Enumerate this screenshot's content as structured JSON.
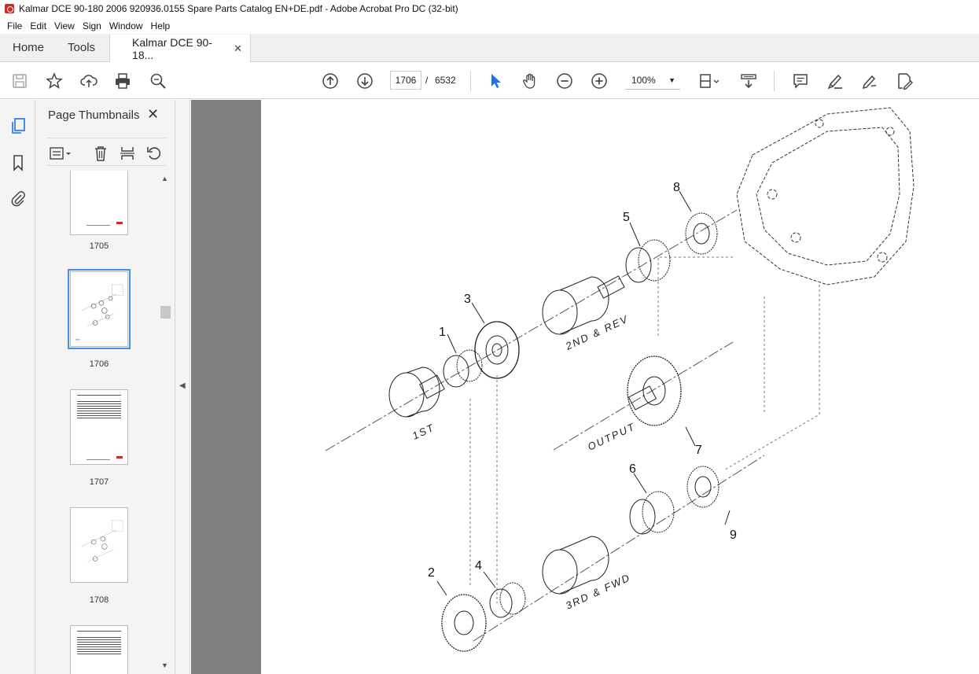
{
  "window": {
    "title": "Kalmar DCE 90-180 2006 920936.0155 Spare Parts Catalog EN+DE.pdf - Adobe Acrobat Pro DC (32-bit)"
  },
  "menu": [
    "File",
    "Edit",
    "View",
    "Sign",
    "Window",
    "Help"
  ],
  "tabs": {
    "home": "Home",
    "tools": "Tools",
    "document": "Kalmar DCE 90-18...",
    "close": "✕"
  },
  "toolbar": {
    "current_page": "1706",
    "separator": "/",
    "total_pages": "6532",
    "zoom": "100%"
  },
  "panel": {
    "title": "Page Thumbnails",
    "close": "✕",
    "thumbnails": [
      {
        "label": "1705",
        "selected": false
      },
      {
        "label": "1706",
        "selected": true
      },
      {
        "label": "1707",
        "selected": false
      },
      {
        "label": "1708",
        "selected": false
      },
      {
        "label": "",
        "selected": false
      }
    ]
  },
  "drawing": {
    "callouts": [
      "1",
      "2",
      "3",
      "4",
      "5",
      "6",
      "7",
      "8",
      "9"
    ],
    "labels": {
      "first": "1ST",
      "second_rev": "2ND & REV",
      "output": "OUTPUT",
      "third_fwd": "3RD & FWD"
    }
  },
  "colors": {
    "accent": "#1a73e8",
    "pdf_red": "#d7261e",
    "doc_bg": "#7f7f7f",
    "selection": "#4a90e2"
  }
}
